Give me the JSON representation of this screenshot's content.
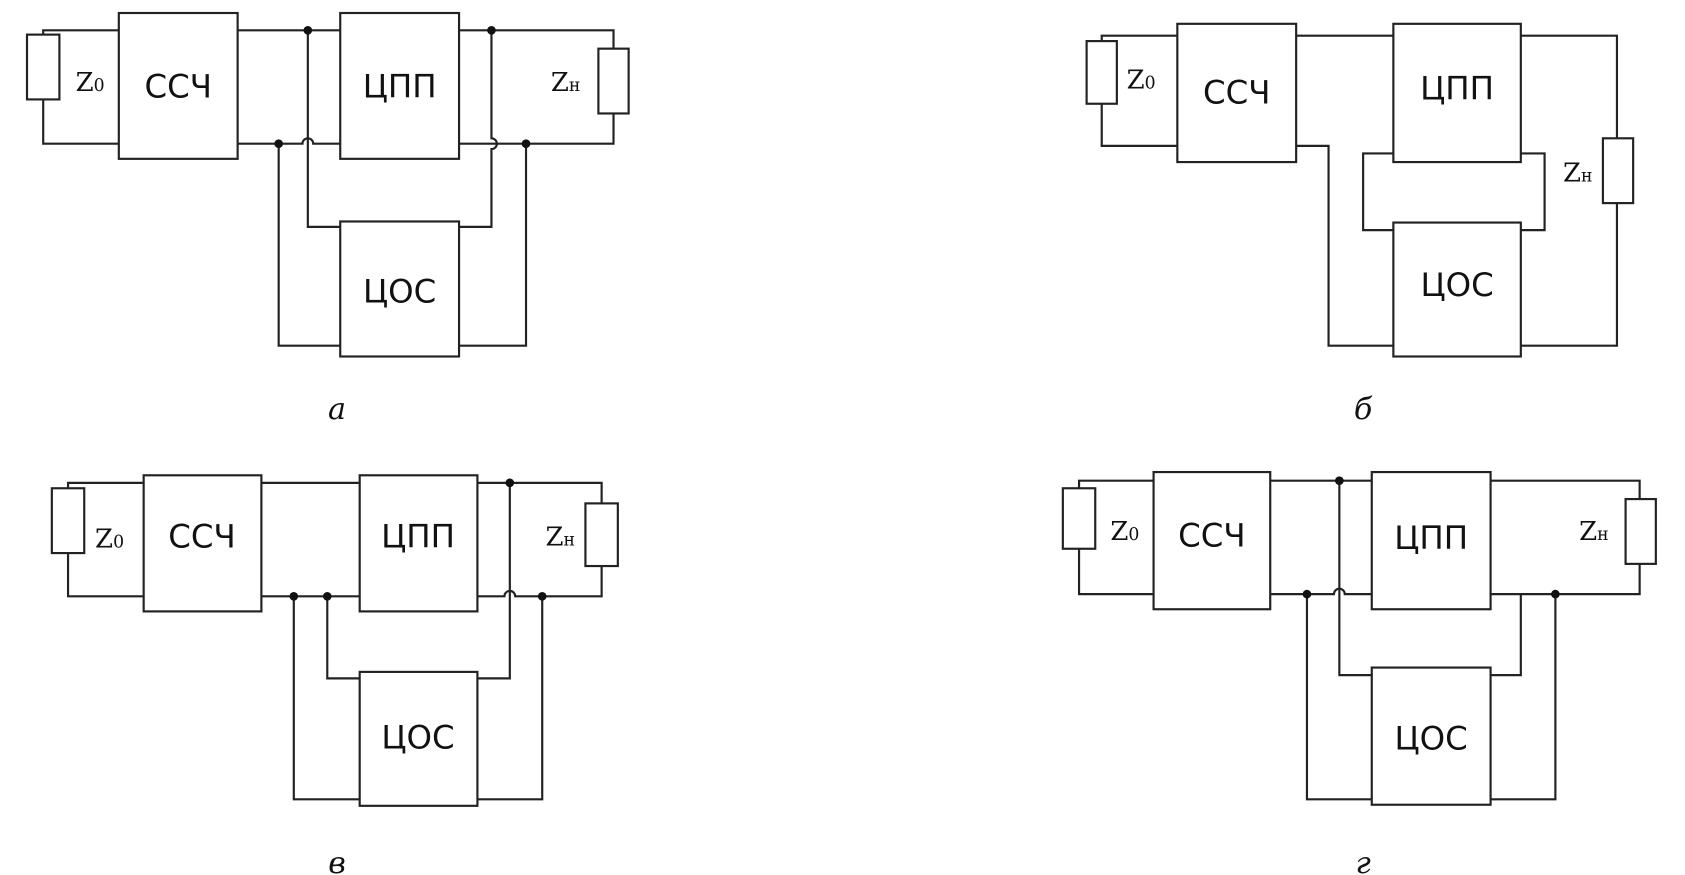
{
  "blocks": {
    "sshf": "ССЧ",
    "cpp": "ЦПП",
    "cos": "ЦОС"
  },
  "z0": {
    "main": "Z",
    "sub": "0"
  },
  "zn": {
    "main": "Z",
    "sub": "н"
  },
  "panels": [
    {
      "caption": "а"
    },
    {
      "caption": "б"
    },
    {
      "caption": "в"
    },
    {
      "caption": "г"
    }
  ]
}
